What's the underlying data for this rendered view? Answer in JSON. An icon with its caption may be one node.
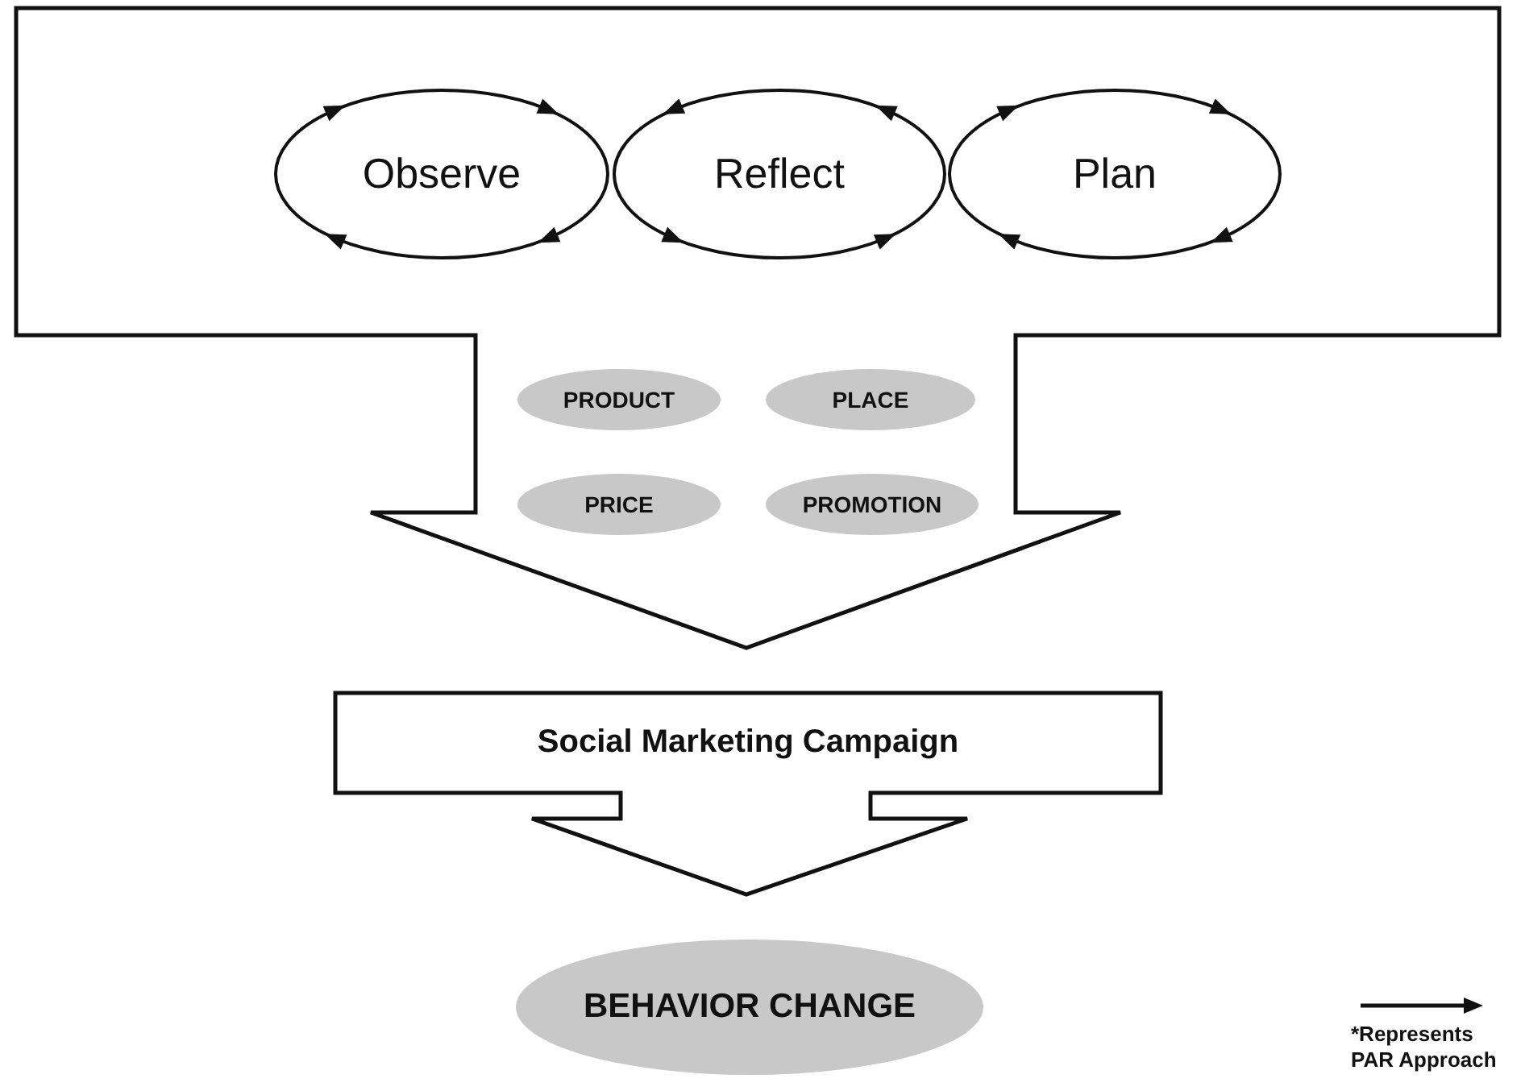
{
  "diagram": {
    "nodes": [
      {
        "text": [],
        "shape": "arrow"
      },
      {
        "text": [
          "Observe"
        ],
        "in": 0
      },
      {
        "text": [
          "Reflect"
        ],
        "in": 0
      },
      {
        "text": [
          "Plan"
        ],
        "in": 0
      },
      {
        "text": [
          "PRODUCT"
        ],
        "in": 0
      },
      {
        "text": [
          "PLACE"
        ],
        "in": 0
      },
      {
        "text": [
          "PRICE"
        ],
        "in": 0
      },
      {
        "text": [
          "PROMOTION"
        ],
        "in": 0
      },
      {
        "text": [
          "Social Marketing Campaign"
        ]
      },
      {
        "text": [
          "BEHAVIOR CHANGE"
        ]
      }
    ],
    "edges": [],
    "legend": [
      {
        "text": "*Represents PAR Approach"
      }
    ]
  }
}
